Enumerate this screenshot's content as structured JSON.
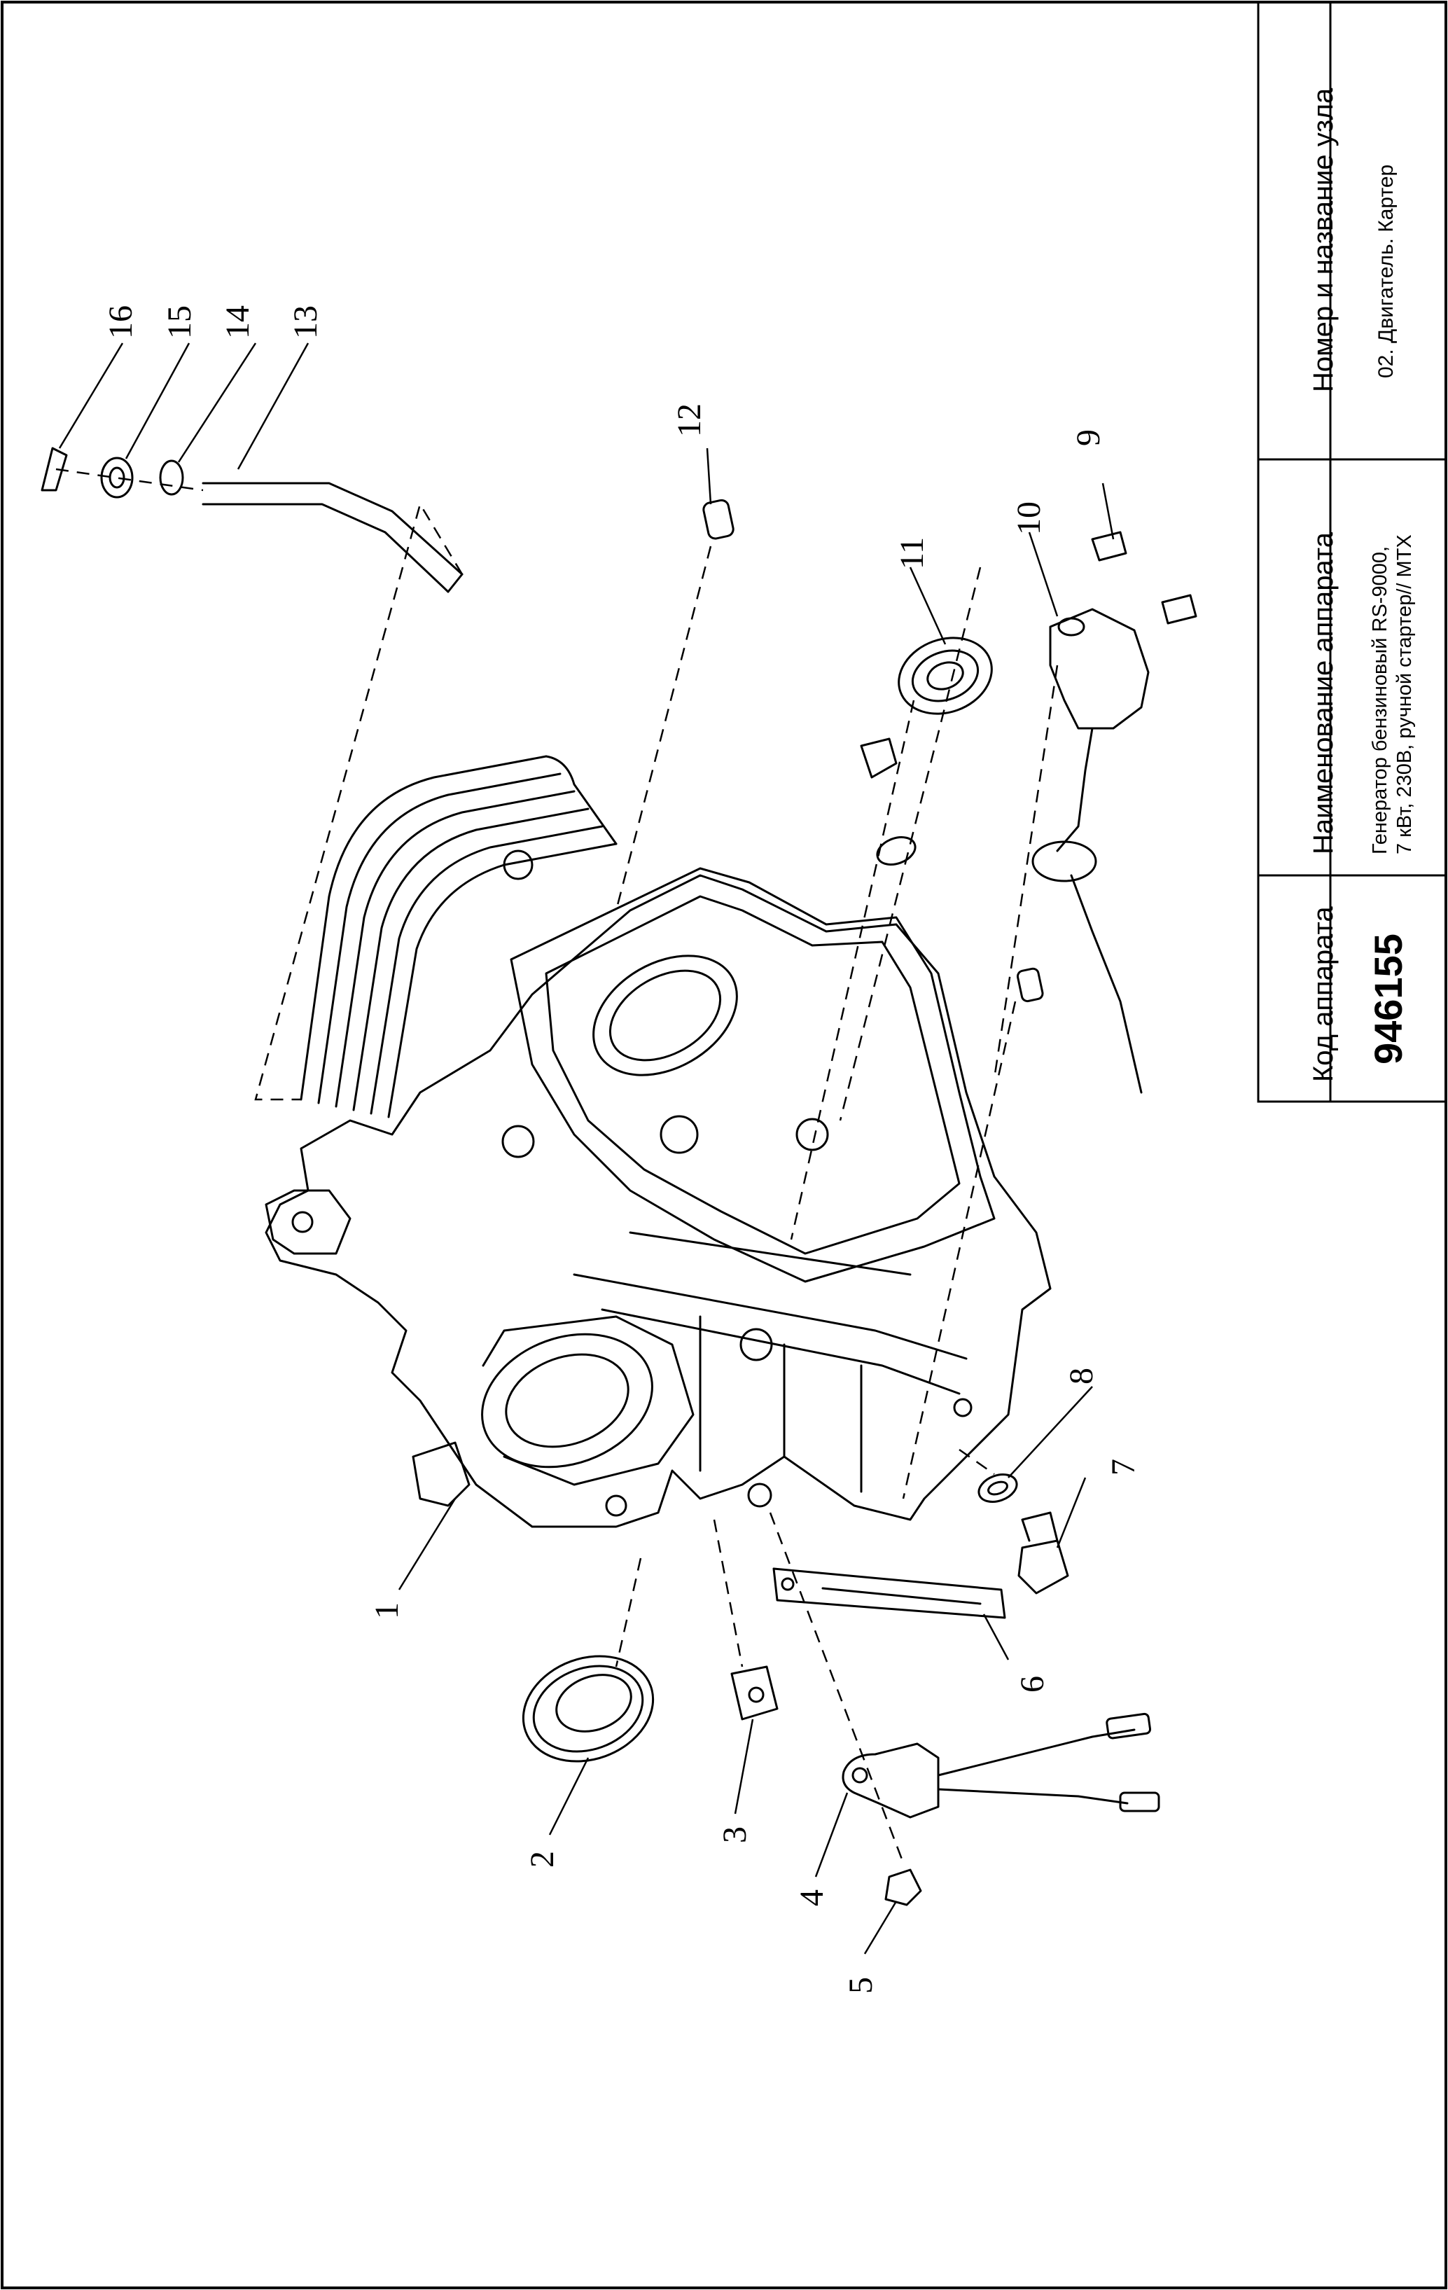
{
  "title_block": {
    "code_header": "Код аппарата",
    "code_value": "946155",
    "name_header": "Наименование аппарата",
    "name_value_line1": "Генератор бензиновый RS-9000,",
    "name_value_line2": "7 кВт, 230В, ручной стартер// MTX",
    "unit_header": "Номер и название узла",
    "unit_value": "02. Двигатель. Картер"
  },
  "callouts": [
    "1",
    "2",
    "3",
    "4",
    "5",
    "6",
    "7",
    "8",
    "9",
    "10",
    "11",
    "12",
    "13",
    "14",
    "15",
    "16"
  ],
  "colors": {
    "line": "#000000",
    "background": "#ffffff"
  }
}
